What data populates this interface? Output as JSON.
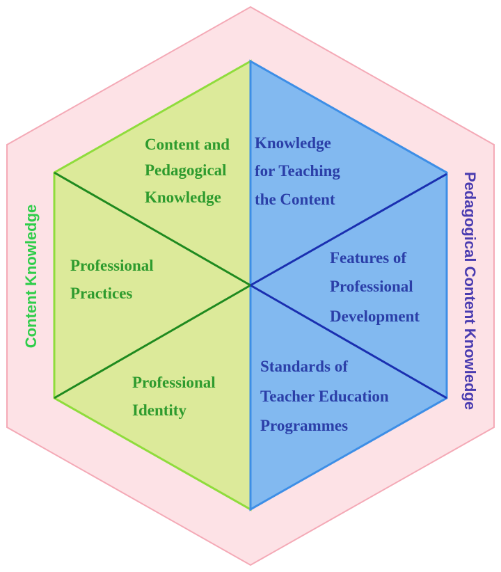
{
  "side_labels": {
    "left": "Content Knowledge",
    "right": "Pedagogical Content Knowledge"
  },
  "segments": {
    "top_left": [
      "Content and",
      "Pedagogical",
      "Knowledge"
    ],
    "top_right": [
      "Knowledge",
      "for Teaching",
      "the Content"
    ],
    "middle_left": [
      "Professional",
      "Practices"
    ],
    "middle_right": [
      "Features of",
      "Professional",
      "Development"
    ],
    "bottom_left": [
      "Professional",
      "Identity"
    ],
    "bottom_right": [
      "Standards of",
      "Teacher Education",
      "Programmes"
    ]
  },
  "colors": {
    "outer_fill": "#fde2e6",
    "outer_stroke": "#f4a9b6",
    "left_fill": "#dcea9a",
    "left_stroke": "#8fdc3c",
    "left_spokes": "#1f8a1f",
    "right_fill": "#82b9f0",
    "right_stroke": "#3d8ee6",
    "right_spokes": "#1a2fb0"
  }
}
